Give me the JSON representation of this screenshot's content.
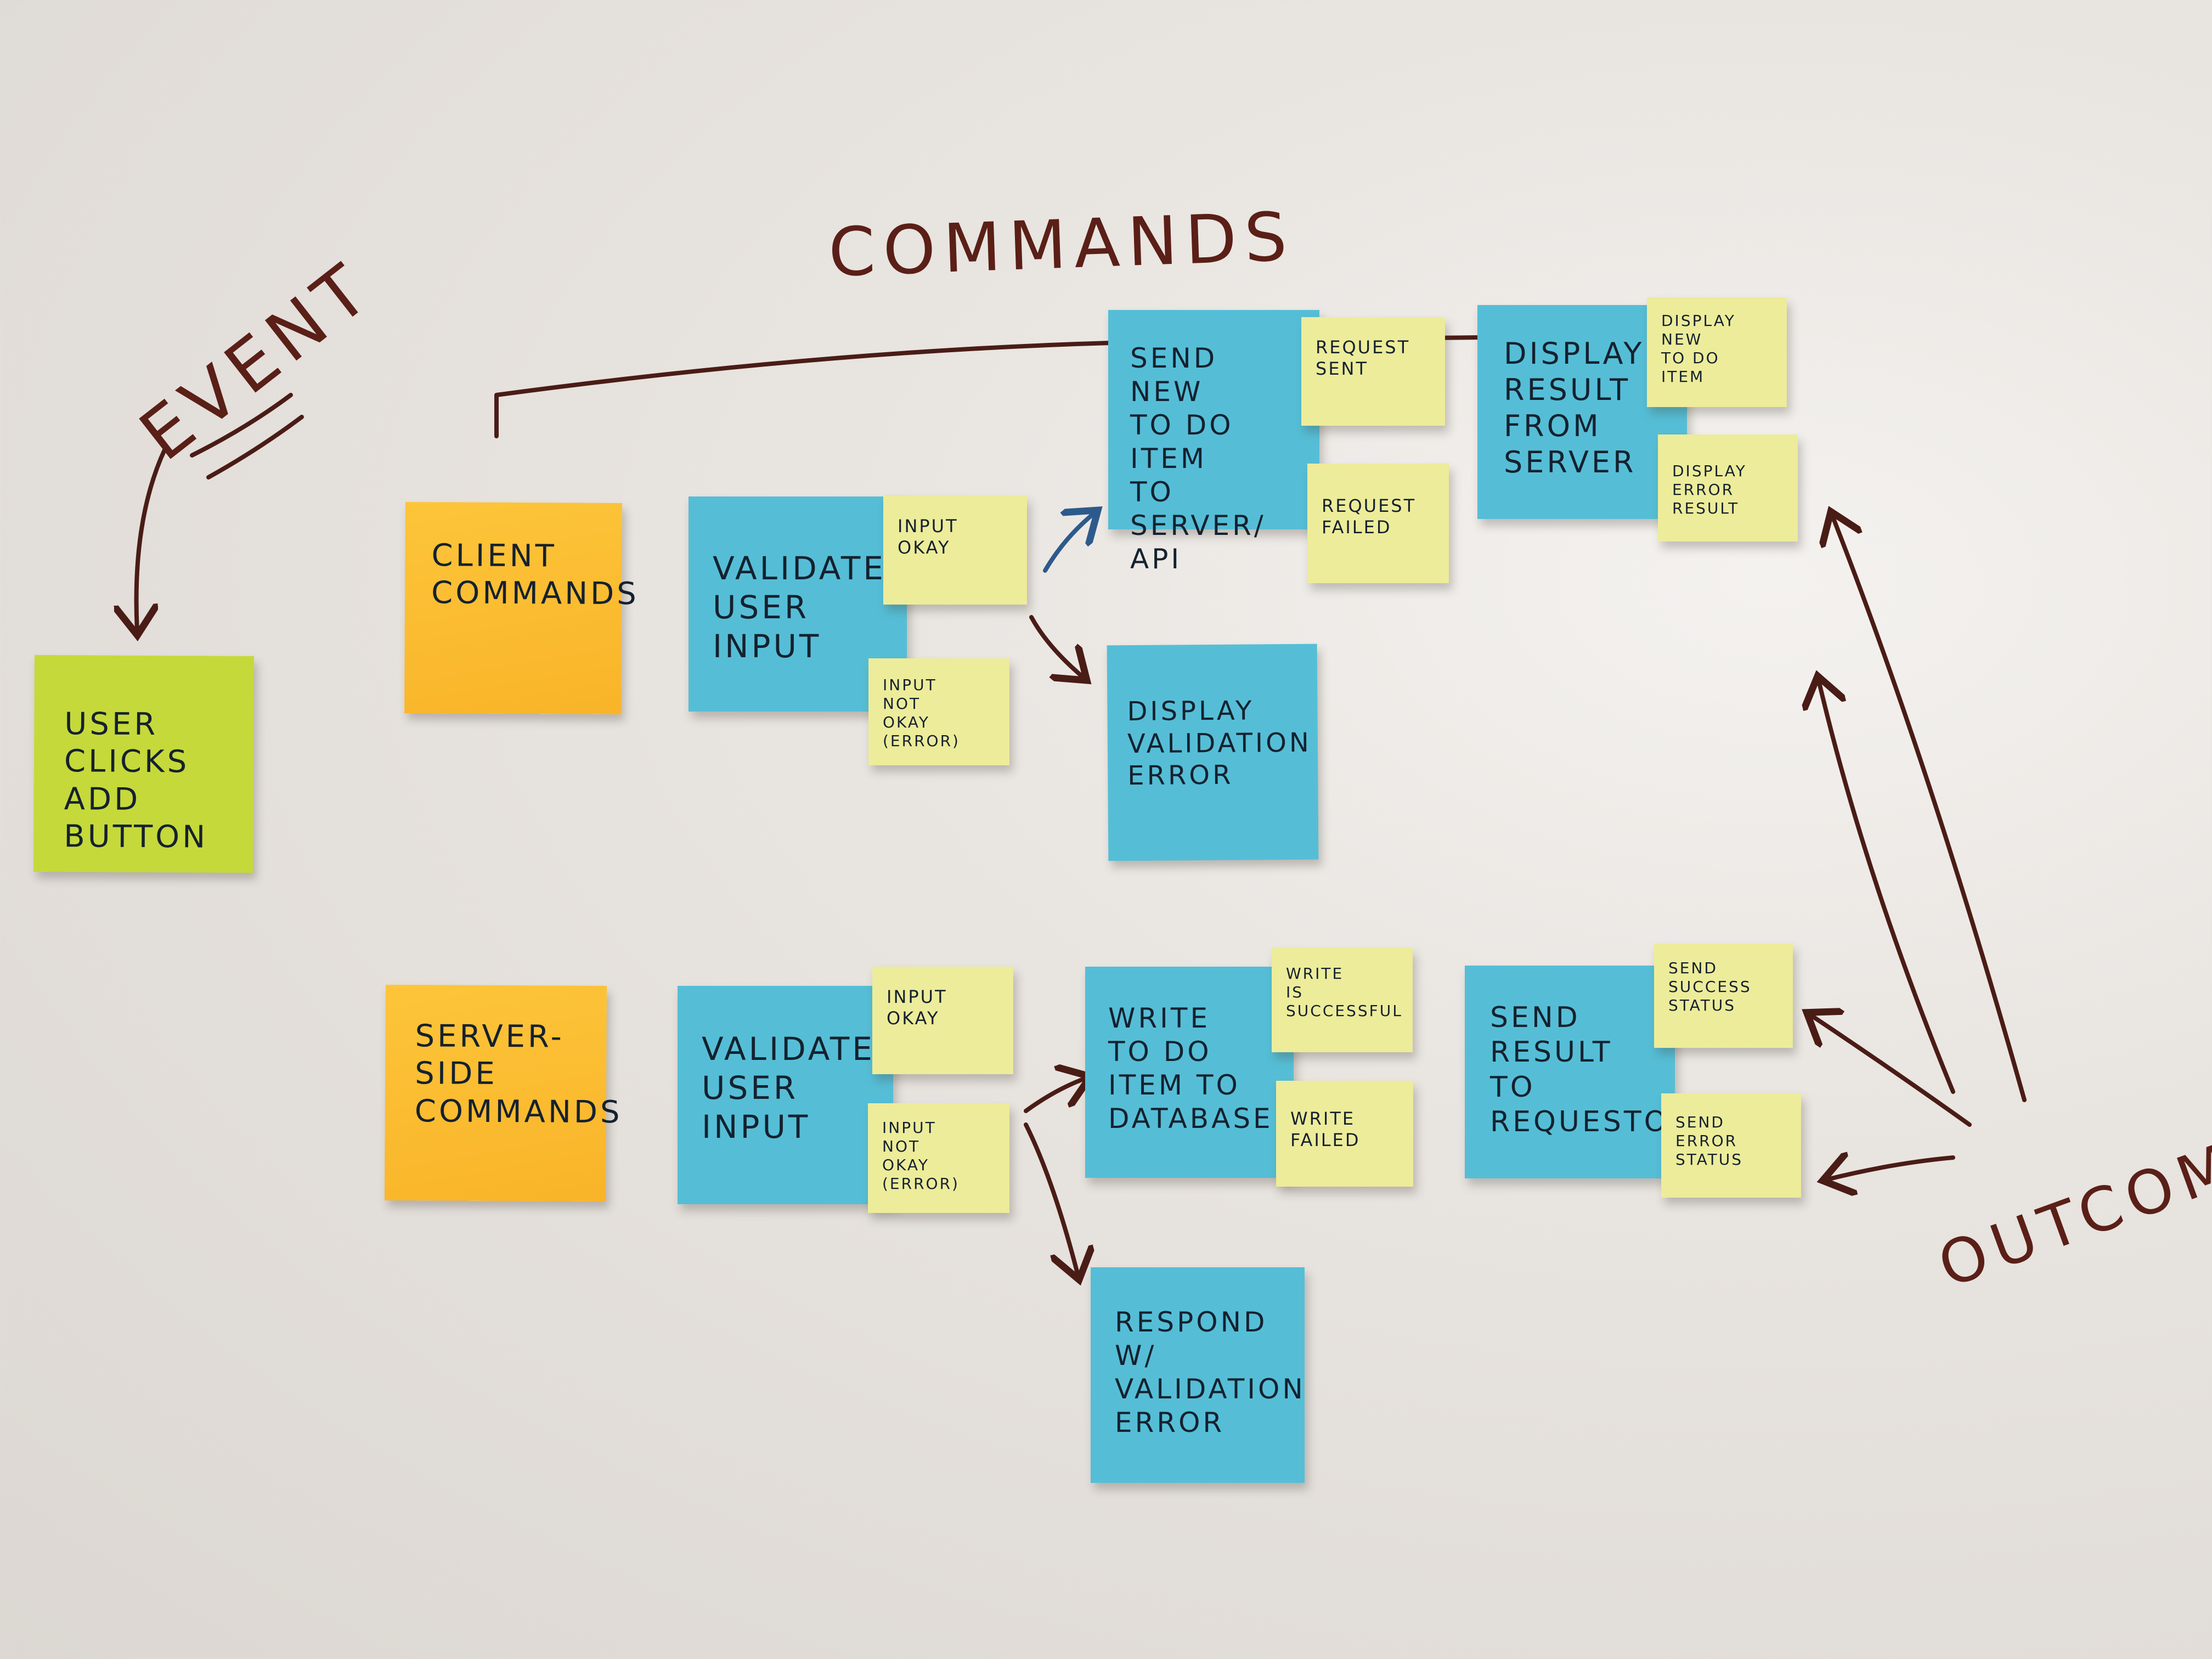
{
  "labels": {
    "event": "EVENT",
    "commands": "COMMANDS",
    "outcomes": "OUTCOMES"
  },
  "notes": {
    "user_clicks": "USER\nCLICKS\nADD\nBUTTON",
    "client_commands": "CLIENT\nCOMMANDS",
    "server_side_commands": "SERVER-\nSIDE\nCOMMANDS",
    "client_validate": "VALIDATE\nUSER\nINPUT",
    "client_input_okay": "INPUT\nOKAY",
    "client_input_not_okay": "INPUT\nNOT\nOKAY (ERROR)",
    "display_validation_error": "DISPLAY\nVALIDATION\nERROR",
    "send_new_todo": "SEND\nNEW\nTO DO ITEM\nTO SERVER/\nAPI",
    "request_sent": "REQUEST\nSENT",
    "request_failed": "REQUEST\nFAILED",
    "display_result": "DISPLAY\nRESULT\nFROM\nSERVER",
    "display_new_todo": "DISPLAY\nNEW\nTO DO\nITEM",
    "display_error_result": "DISPLAY\nERROR\nRESULT",
    "server_validate": "VALIDATE\nUSER\nINPUT",
    "server_input_okay": "INPUT\nOKAY",
    "server_input_not_okay": "INPUT\nNOT\nOKAY\n(ERROR)",
    "write_todo": "WRITE\nTO DO\nITEM TO\nDATABASE",
    "write_successful": "WRITE\nIS\nSUCCESSFUL",
    "write_failed": "WRITE\nFAILED",
    "respond_validation_error": "RESPOND\nW/\nVALIDATION\nERROR",
    "send_result": "SEND\nRESULT\nTO\nREQUESTOR",
    "send_success_status": "SEND\nSUCCESS\nSTATUS",
    "send_error_status": "SEND\nERROR\nSTATUS"
  },
  "colors": {
    "ink": "#5a1f17",
    "green_note": "#c6d93a",
    "orange_note": "#fdc53a",
    "blue_note": "#55bed6",
    "yellow_note": "#edec9a"
  }
}
